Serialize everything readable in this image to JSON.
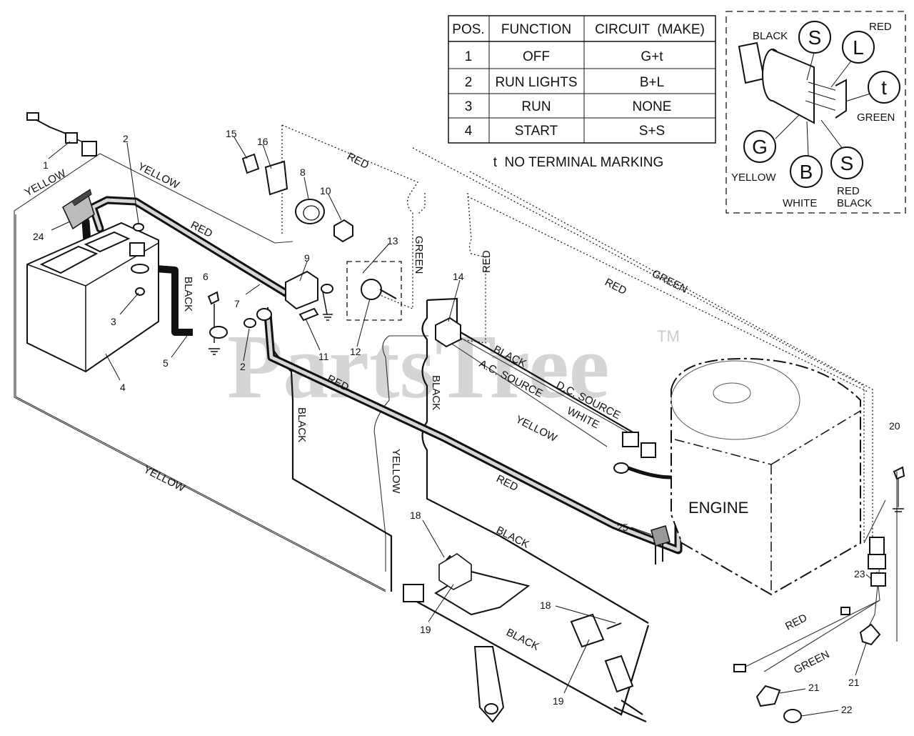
{
  "watermark": {
    "text": "PartsTree",
    "trademark": "TM"
  },
  "ignition_table": {
    "headers": [
      "POS.",
      "FUNCTION",
      "CIRCUIT  (MAKE)"
    ],
    "rows": [
      [
        "1",
        "OFF",
        "G+t"
      ],
      [
        "2",
        "RUN LIGHTS",
        "B+L"
      ],
      [
        "3",
        "RUN",
        "NONE"
      ],
      [
        "4",
        "START",
        "S+S"
      ]
    ],
    "note": "t  NO TERMINAL MARKING"
  },
  "switch_inset": {
    "terminals": {
      "s_top": "S",
      "l": "L",
      "t": "t",
      "g": "G",
      "b": "B",
      "s_bottom": "S"
    },
    "labels": {
      "black": "BLACK",
      "red": "RED",
      "green": "GREEN",
      "yellow": "YELLOW",
      "white": "WHITE",
      "red_black_1": "RED",
      "red_black_2": "BLACK"
    }
  },
  "wire_labels": {
    "yellow_1": "YELLOW",
    "yellow_2": "YELLOW",
    "yellow_3": "YELLOW",
    "yellow_4": "YELLOW",
    "yellow_5": "YELLOW",
    "red_1": "RED",
    "red_2": "RED",
    "red_3": "RED",
    "red_4": "RED",
    "red_5": "RED",
    "red_6": "RED",
    "red_7": "RED",
    "black_1": "BLACK",
    "black_2": "BLACK",
    "black_3": "BLACK",
    "black_4": "BLACK",
    "black_5": "BLACK",
    "black_6": "BLACK",
    "green_1": "GREEN",
    "green_2": "GREEN",
    "green_3": "GREEN",
    "white": "WHITE",
    "ac_source": "A.C. SOURCE",
    "dc_source": "D.C. SOURCE",
    "engine": "ENGINE"
  },
  "callouts": {
    "c1": "1",
    "c2a": "2",
    "c2b": "2",
    "c3": "3",
    "c4": "4",
    "c5": "5",
    "c6": "6",
    "c7": "7",
    "c8": "8",
    "c9": "9",
    "c10": "10",
    "c11": "11",
    "c12": "12",
    "c13": "13",
    "c14": "14",
    "c15": "15",
    "c16": "16",
    "c18a": "18",
    "c18b": "18",
    "c19a": "19",
    "c19b": "19",
    "c20": "20",
    "c21a": "21",
    "c21b": "21",
    "c22": "22",
    "c23": "23",
    "c24": "24",
    "c25": "25"
  }
}
